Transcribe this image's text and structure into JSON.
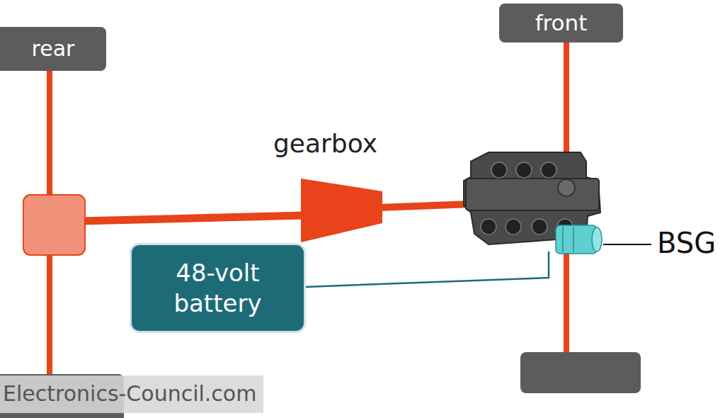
{
  "diagram": {
    "nodes": [
      {
        "text": [
          "rear"
        ]
      },
      {
        "text": [
          "front"
        ]
      },
      {
        "text": [
          "48-volt battery"
        ]
      }
    ],
    "labels": [
      "gearbox",
      "BSG",
      "Electronics-Council.com"
    ]
  }
}
